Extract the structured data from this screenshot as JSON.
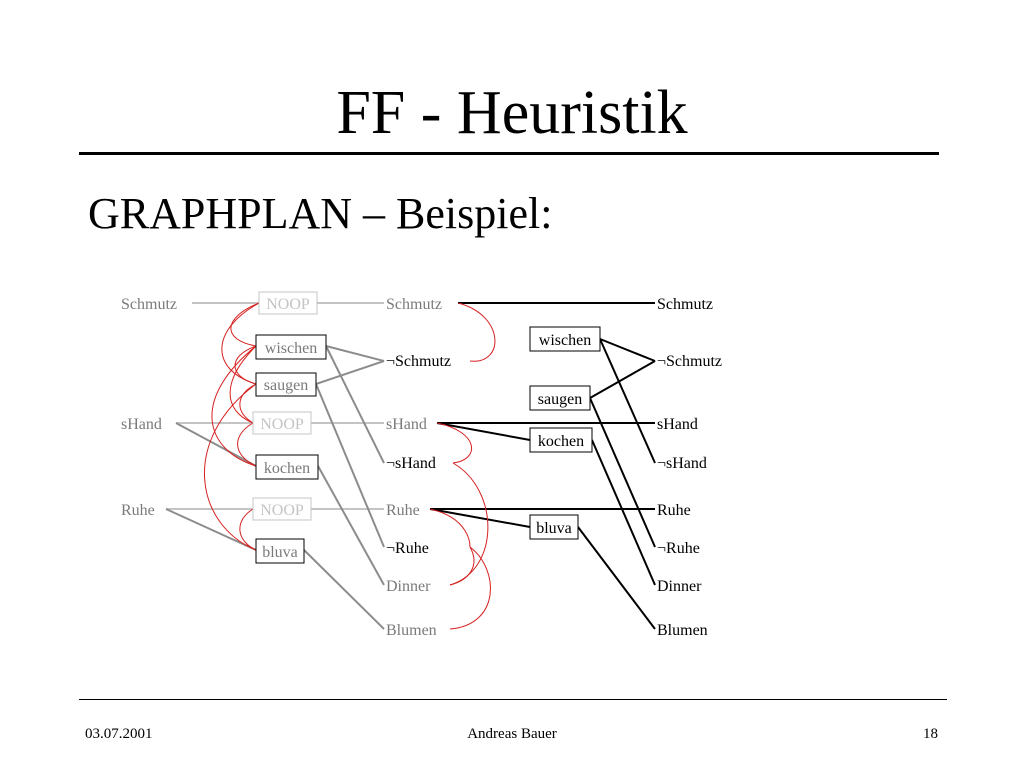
{
  "slide": {
    "title": "FF - Heuristik",
    "subtitle": "GRAPHPLAN – Beispiel:"
  },
  "footer": {
    "date": "03.07.2001",
    "author": "Andreas Bauer",
    "page": "18"
  },
  "graph": {
    "colors": {
      "gray_text": "#7a7a7a",
      "gray_line": "#8c8c8c",
      "light_line": "#c4c4c4",
      "mutex": "#d62020",
      "black": "#000000"
    },
    "level0_facts": [
      "Schmutz",
      "sHand",
      "Ruhe"
    ],
    "level1_actions": [
      "NOOP",
      "wischen",
      "saugen",
      "NOOP",
      "kochen",
      "NOOP",
      "bluva"
    ],
    "level1_facts": [
      "Schmutz",
      "¬Schmutz",
      "sHand",
      "¬sHand",
      "Ruhe",
      "¬Ruhe",
      "Dinner",
      "Blumen"
    ],
    "level2_actions": [
      "wischen",
      "saugen",
      "kochen",
      "bluva"
    ],
    "level2_facts": [
      "Schmutz",
      "¬Schmutz",
      "sHand",
      "¬sHand",
      "Ruhe",
      "¬Ruhe",
      "Dinner",
      "Blumen"
    ]
  }
}
